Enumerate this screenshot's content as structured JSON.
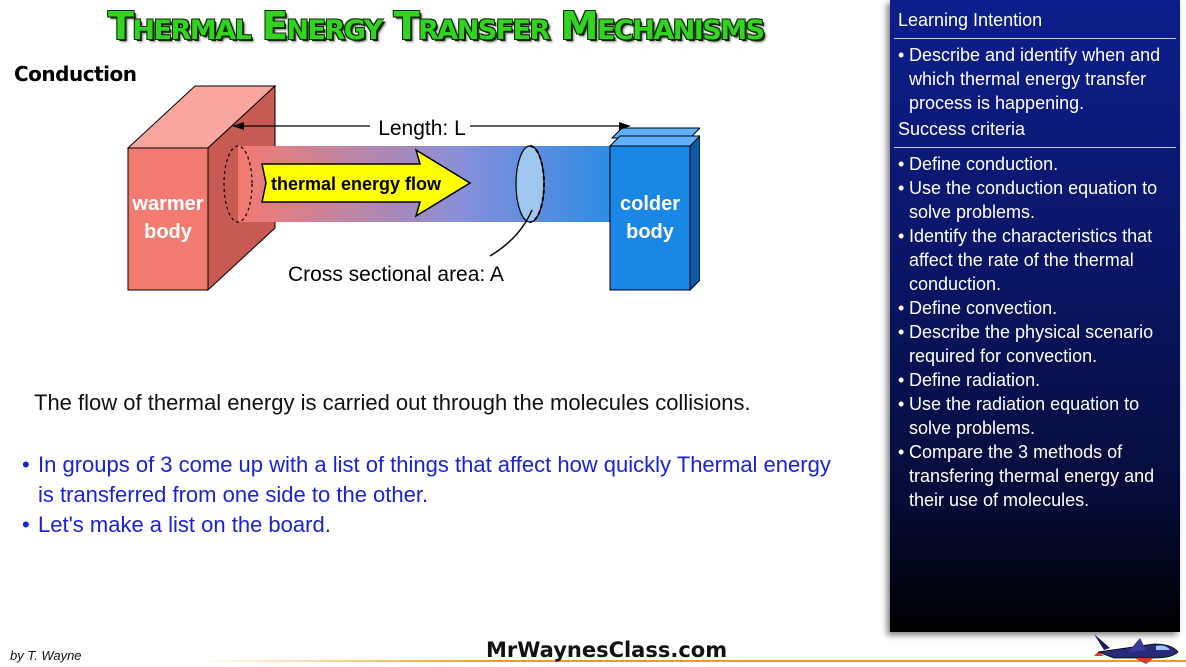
{
  "title": "Thermal Energy Transfer Mechanisms",
  "section_heading": "Conduction",
  "diagram": {
    "length_label": "Length: L",
    "flow_label": "thermal energy flow",
    "warm_label_line1": "warmer",
    "warm_label_line2": "body",
    "cold_label_line1": "colder",
    "cold_label_line2": "body",
    "area_label": "Cross sectional area: A",
    "colors": {
      "warm": "#f47b72",
      "cold": "#1c8ae8",
      "arrow": "#ffff00"
    }
  },
  "main_text": "The flow of thermal energy is carried out through the molecules collisions.",
  "bullets": [
    {
      "marker": "•",
      "text": "In groups of 3 come up with a list of things that affect how quickly Thermal energy is transferred from one side to the other."
    },
    {
      "marker": "•",
      "text": "Let's make a list on the board."
    }
  ],
  "sidebar": {
    "learning_heading": "Learning Intention",
    "learning_items": [
      {
        "marker": "•",
        "text": "Describe and identify when and which thermal energy transfer process is happening."
      }
    ],
    "success_heading": "Success criteria",
    "success_items": [
      {
        "marker": "•",
        "text": "Define conduction."
      },
      {
        "marker": "•",
        "text": "Use the conduction equation to solve problems."
      },
      {
        "marker": "•",
        "text": "Identify the characteristics that affect the rate of the thermal conduction."
      },
      {
        "marker": "•",
        "text": "Define convection."
      },
      {
        "marker": "•",
        "text": "Describe the physical scenario required for convection."
      },
      {
        "marker": "•",
        "text": "Define radiation."
      },
      {
        "marker": "•",
        "text": "Use the radiation equation to solve problems."
      },
      {
        "marker": "•",
        "text": "Compare the 3 methods of transfering thermal energy and their use of molecules."
      }
    ]
  },
  "footer": {
    "author": "by T. Wayne",
    "site": "MrWaynesClass.com",
    "logo_icon": "rocket-icon"
  }
}
